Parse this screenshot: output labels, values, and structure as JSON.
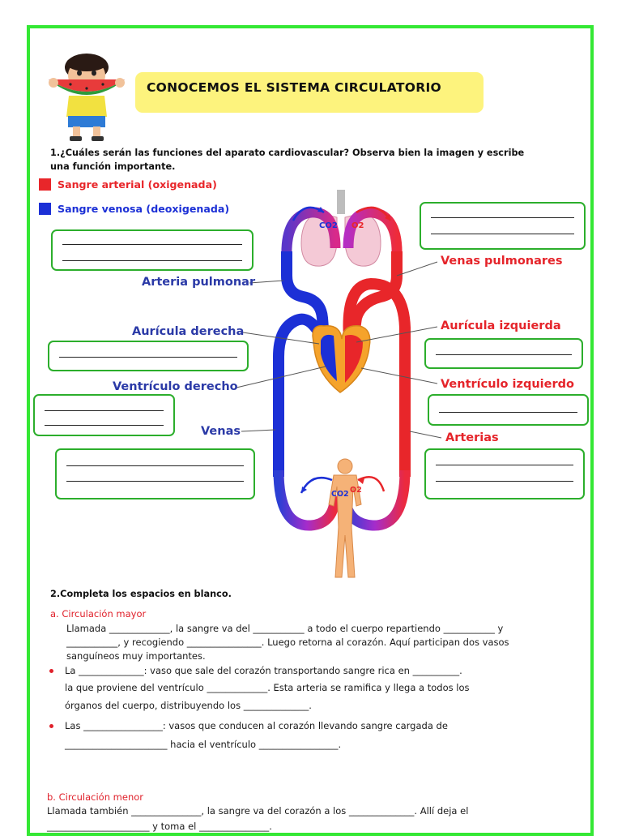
{
  "title": "CONOCEMOS EL SISTEMA CIRCULATORIO",
  "question1": "1.¿Cuáles serán las funciones del aparato cardiovascular? Observa bien la imagen y escribe una función importante.",
  "legend": {
    "arterial": "Sangre arterial (oxigenada)",
    "venous": "Sangre venosa (deoxigenada)",
    "arterial_color": "#e8262a",
    "venous_color": "#1c30d6"
  },
  "diagram_labels": {
    "co2_top": "CO2",
    "o2_top": "O2",
    "co2_bottom": "CO2",
    "o2_bottom": "O2",
    "arteria_pulmonar": "Arteria pulmonar",
    "auricula_derecha": "Aurícula derecha",
    "ventriculo_derecho": "Ventrículo derecho",
    "venas": "Venas",
    "venas_pulmonares": "Venas pulmonares",
    "auricula_izquierda": "Aurícula izquierda",
    "ventriculo_izquierdo": "Ventrículo  izquierdo",
    "arterias": "Arterias"
  },
  "question2": "2.Completa los espacios en blanco.",
  "section_a": {
    "heading": "a.   Circulación mayor",
    "line1": "Llamada _____________, la sangre va del ___________ a todo el cuerpo repartiendo ___________ y",
    "line2": "___________, y recogiendo ________________. Luego retorna al corazón. Aquí participan dos vasos",
    "line3": "sanguíneos muy importantes.",
    "b1_line1": "La ______________: vaso que sale del corazón transportando sangre rica en __________.",
    "b1_line2": "la que proviene del ventrículo _____________. Esta arteria se ramifica y llega a todos los",
    "b1_line3": "órganos del cuerpo, distribuyendo los ______________.",
    "b2_line1": "Las _________________: vasos que conducen al corazón llevando sangre cargada de",
    "b2_line2": "______________________ hacia el ventrículo _________________."
  },
  "section_b": {
    "heading": "b. Circulación menor",
    "line1": "Llamada también _______________, la sangre va del corazón a los ______________. Allí deja el",
    "line2": "______________________ y toma el _______________."
  },
  "colors": {
    "frame": "#34e834",
    "title_bg": "#fdf37d",
    "box_border": "#2cae2c"
  }
}
